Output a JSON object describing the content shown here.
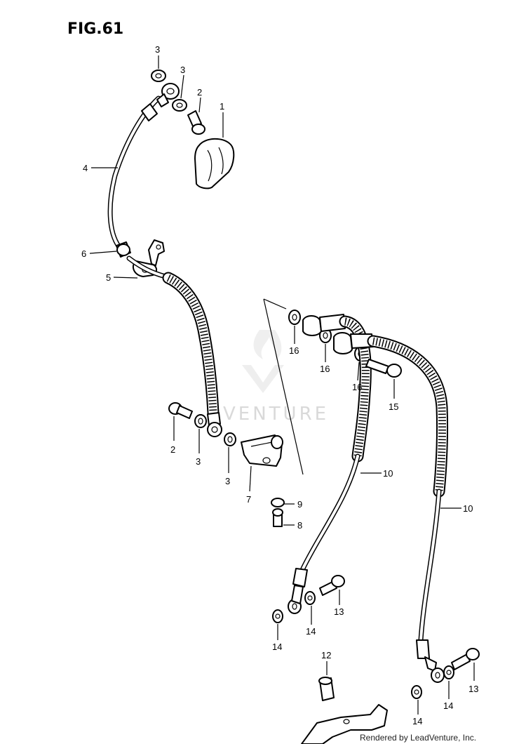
{
  "figure": {
    "title": "FIG.61",
    "watermark": "VENTURE",
    "credit": "Rendered by LeadVenture, Inc."
  },
  "callouts": {
    "c3_top_a": "3",
    "c3_top_b": "3",
    "c2_top": "2",
    "c1": "1",
    "c4": "4",
    "c6": "6",
    "c5": "5",
    "c2_mid": "2",
    "c3_mid_a": "3",
    "c3_mid_b": "3",
    "c7": "7",
    "c9": "9",
    "c8": "8",
    "c16_a": "16",
    "c16_b": "16",
    "c16_c": "16",
    "c15": "15",
    "c10_a": "10",
    "c10_b": "10",
    "c13_a": "13",
    "c14_a": "14",
    "c14_b": "14",
    "c12": "12",
    "c13_b": "13",
    "c14_c": "14",
    "c14_d": "14"
  }
}
